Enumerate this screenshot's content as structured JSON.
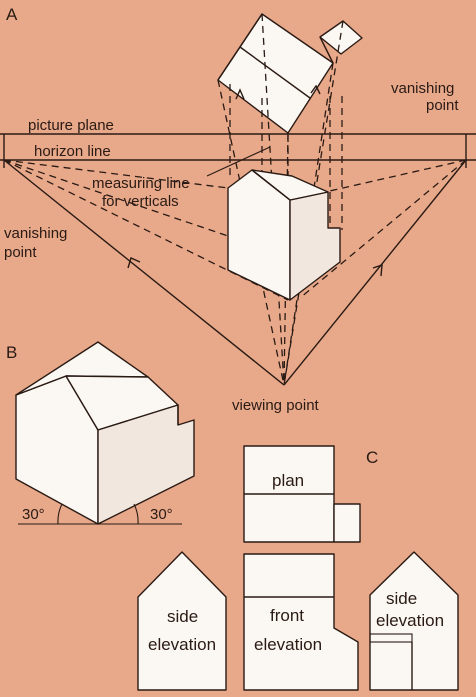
{
  "sections": {
    "a": "A",
    "b": "B",
    "c": "C"
  },
  "labels": {
    "picture_plane": "picture plane",
    "horizon_line": "horizon line",
    "vanishing_point_right_1": "vanishing",
    "vanishing_point_right_2": "point",
    "vanishing_point_left_1": "vanishing",
    "vanishing_point_left_2": "point",
    "measuring_line_1": "measuring line",
    "measuring_line_2": "for verticals",
    "viewing_point": "viewing point",
    "angle_left": "30°",
    "angle_right": "30°",
    "plan": "plan",
    "side_left_1": "side",
    "side_left_2": "elevation",
    "front_1": "front",
    "front_2": "elevation",
    "side_right_1": "side",
    "side_right_2": "elevation"
  },
  "colors": {
    "background": "#e8a98a",
    "ink": "#2a1a14",
    "paper": "#fbf7f2"
  }
}
